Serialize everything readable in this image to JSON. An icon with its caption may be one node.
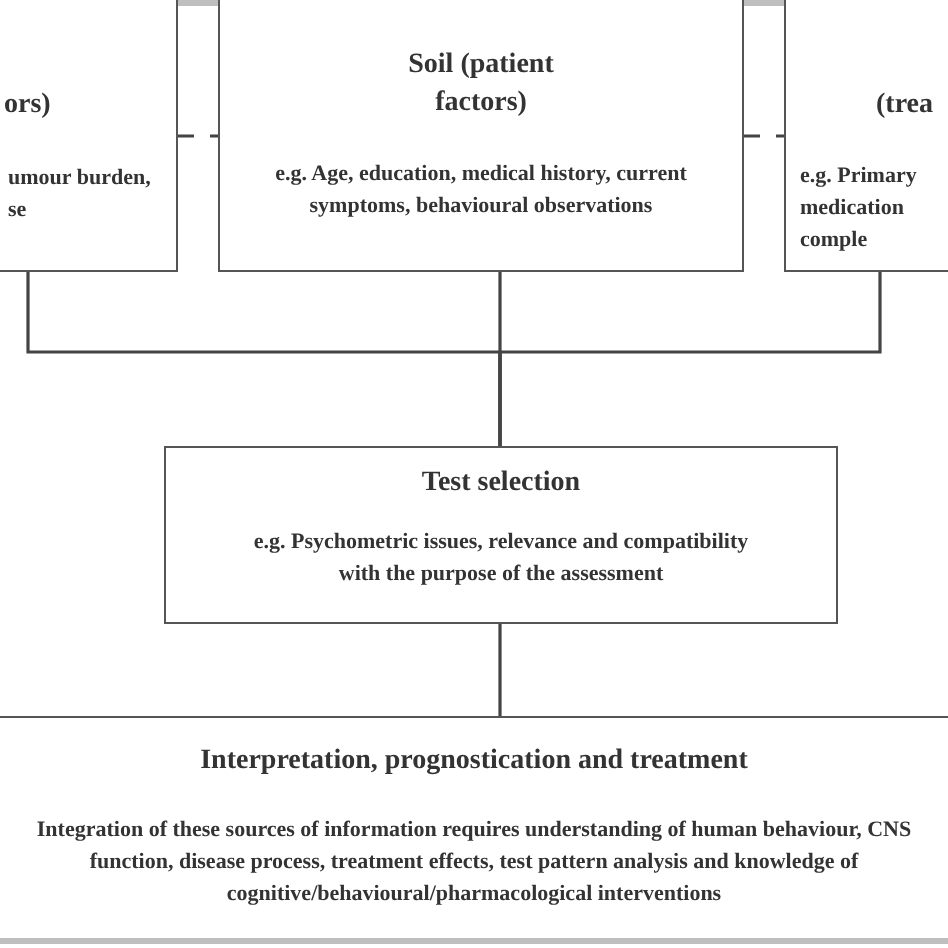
{
  "diagram": {
    "nodes": [
      {
        "text": [
          "ors)",
          "umour burden, se"
        ]
      },
      {
        "text": [
          "Soil (patient factors)",
          "e.g. Age, education, medical history, current symptoms, behavioural observations"
        ]
      },
      {
        "text": [
          "(trea",
          "e.g. Primary medication comple"
        ]
      },
      {
        "text": [
          "Test selection",
          "e.g. Psychometric issues, relevance and compatibility with the purpose of the assessment"
        ]
      },
      {
        "text": [
          "Interpretation, prognostication and treatment",
          "Integration of these sources of information requires understanding of human behaviour, CNS function, disease process, treatment effects, test pattern analysis and knowledge of cognitive/behavioural/pharmacological interventions"
        ]
      }
    ],
    "edges": [
      {
        "from": 0,
        "to": 1,
        "arrow": "none",
        "style": "dashed"
      },
      {
        "from": 1,
        "to": 2,
        "arrow": "none",
        "style": "dashed"
      },
      {
        "from": 0,
        "to": 3,
        "arrow": "none"
      },
      {
        "from": 1,
        "to": 3,
        "arrow": "none"
      },
      {
        "from": 2,
        "to": 3,
        "arrow": "none"
      },
      {
        "from": 3,
        "to": 4,
        "arrow": "none"
      }
    ]
  }
}
